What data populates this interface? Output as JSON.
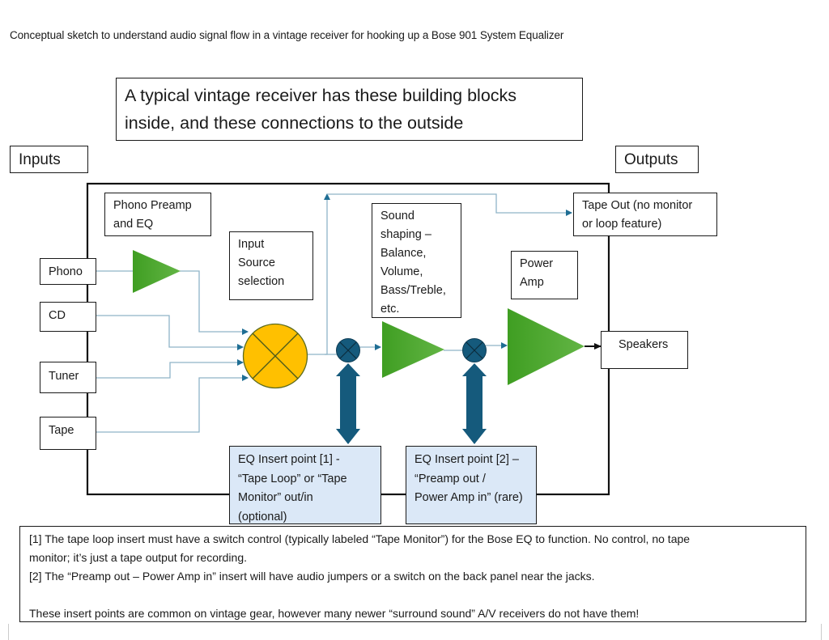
{
  "caption": "Conceptual sketch to understand audio signal flow in a vintage receiver for hooking up a Bose 901 System Equalizer",
  "headline": {
    "line1": "A typical vintage receiver has these building blocks",
    "line2": "inside, and these connections to the outside"
  },
  "sections": {
    "inputs": "Inputs",
    "outputs": "Outputs"
  },
  "inputs": [
    {
      "label": "Phono"
    },
    {
      "label": "CD"
    },
    {
      "label": "Tuner"
    },
    {
      "label": "Tape"
    }
  ],
  "blocks": {
    "phono_preamp": [
      "Phono Preamp",
      "and EQ"
    ],
    "input_selection": [
      "Input",
      "Source",
      "selection"
    ],
    "sound_shaping": [
      "Sound",
      "shaping –",
      "Balance,",
      "Volume,",
      "Bass/Treble,",
      "etc."
    ],
    "power_amp": [
      "Power",
      "Amp"
    ]
  },
  "outputs": {
    "tape_out": [
      "Tape Out (no monitor",
      "or loop feature)"
    ],
    "speakers": "Speakers"
  },
  "eq_inserts": [
    {
      "lines": [
        "EQ Insert point [1] -",
        "“Tape Loop” or “Tape",
        "Monitor” out/in",
        "(optional)"
      ]
    },
    {
      "lines": [
        "EQ Insert point [2] –",
        "“Preamp out /",
        "Power Amp in” (rare)"
      ]
    }
  ],
  "notes": {
    "note1a": "[1] The tape loop insert must have a switch control (typically labeled “Tape Monitor”) for the Bose EQ to function. No control, no tape",
    "note1b": "monitor; it’s just a tape output for recording.",
    "note2": "[2] The “Preamp out – Power Amp in” insert will have audio jumpers or a switch on the back panel near the jacks.",
    "note3": "These insert points are common on vintage gear, however many newer “surround sound” A/V receivers do not have them!"
  },
  "colors": {
    "amp_green": "#4aa82c",
    "selector_yellow": "#ffc000",
    "insert_blue": "#155a7c",
    "signal_line": "#8fb4c8",
    "eq_box_fill": "#dbe8f7"
  }
}
